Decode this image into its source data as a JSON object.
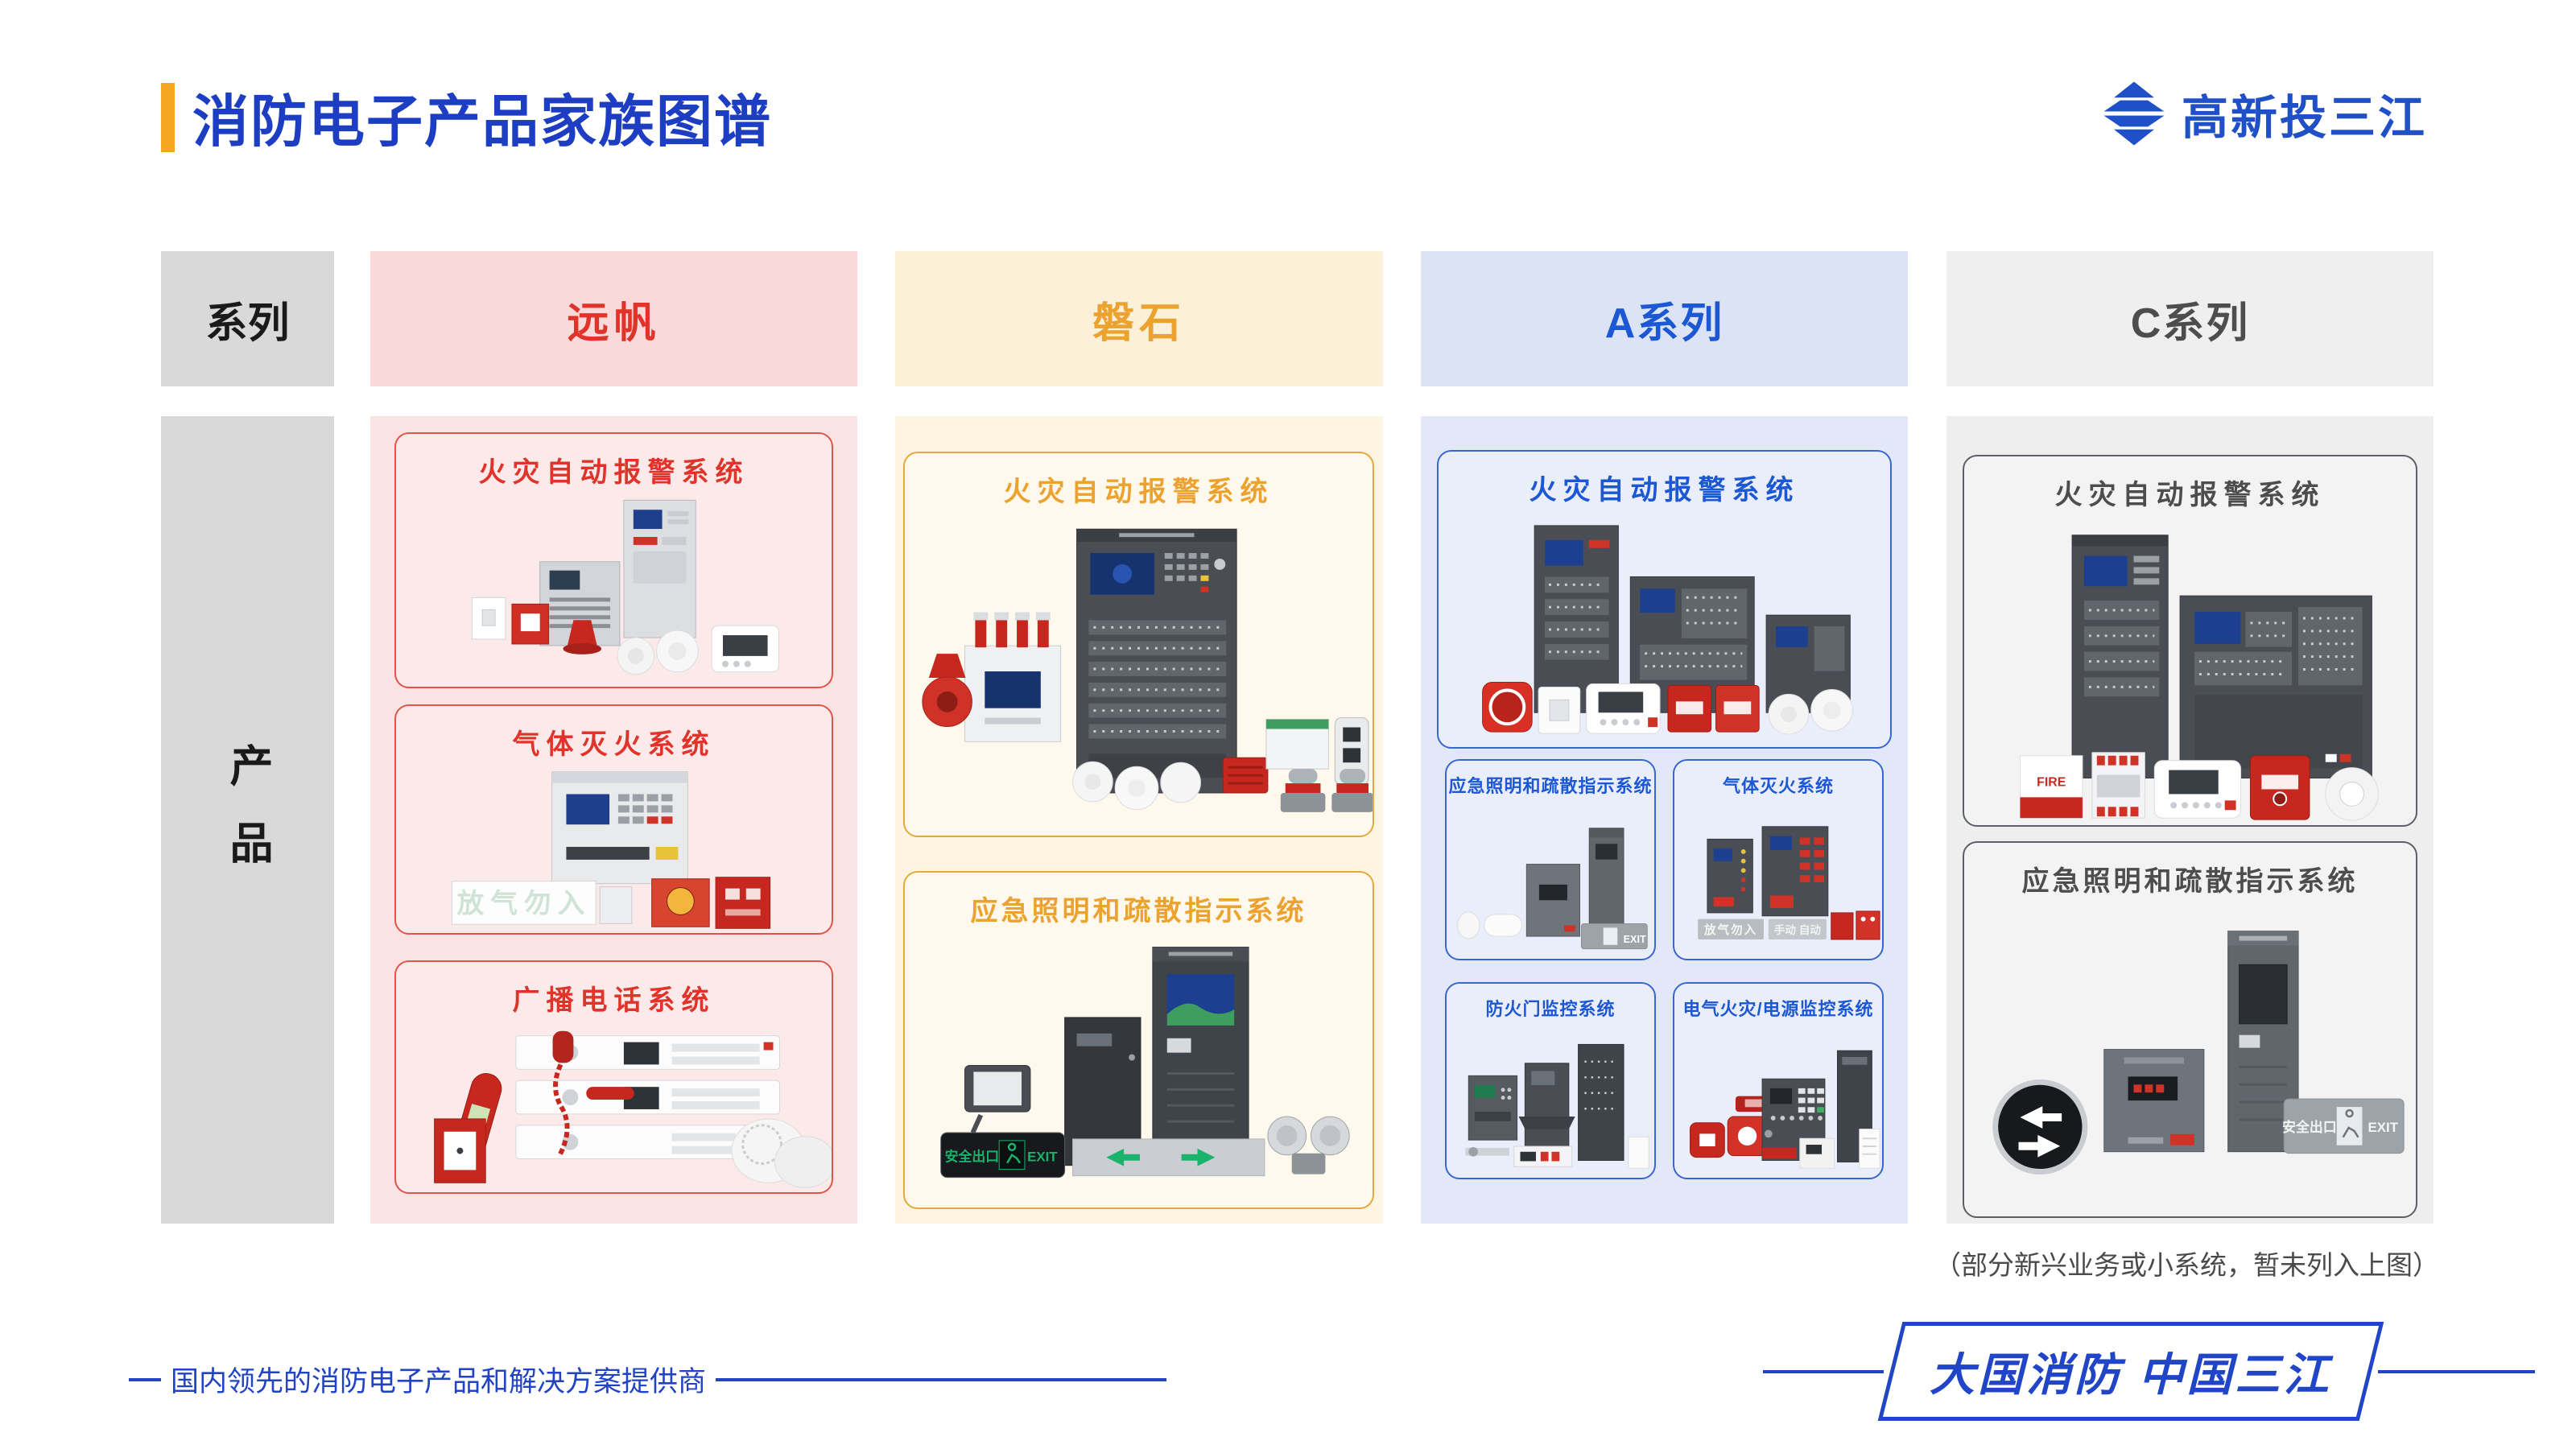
{
  "header": {
    "title": "消防电子产品家族图谱",
    "logo_text": "高新投三江"
  },
  "matrix": {
    "series_label": "系列",
    "product_label": "产品",
    "columns": [
      {
        "name": "远帆",
        "boxes": [
          {
            "title": "火灾自动报警系统"
          },
          {
            "title": "气体灭火系统"
          },
          {
            "title": "广播电话系统"
          }
        ]
      },
      {
        "name": "磐石",
        "boxes": [
          {
            "title": "火灾自动报警系统"
          },
          {
            "title": "应急照明和疏散指示系统"
          }
        ]
      },
      {
        "name": "A系列",
        "boxes": [
          {
            "title": "火灾自动报警系统"
          },
          {
            "title": "应急照明和疏散指示系统"
          },
          {
            "title": "气体灭火系统"
          },
          {
            "title": "防火门监控系统"
          },
          {
            "title": "电气火灾/电源监控系统"
          }
        ]
      },
      {
        "name": "C系列",
        "boxes": [
          {
            "title": "火灾自动报警系统"
          },
          {
            "title": "应急照明和疏散指示系统"
          }
        ]
      }
    ]
  },
  "signs": {
    "gas_warning": "放气勿入",
    "manual_auto": "手动 自动",
    "exit_cn": "安全出口",
    "exit_en": "EXIT",
    "fire_label": "FIRE"
  },
  "footnote": "（部分新兴业务或小系统，暂未列入上图）",
  "footer": {
    "slogan": "国内领先的消防电子产品和解决方案提供商",
    "brand_script": "大国消防 中国三江"
  },
  "colors": {
    "title_blue": "#1d3ec2",
    "accent_orange": "#f5a623",
    "yuanfan_red": "#e0342b",
    "panshi_orange": "#eca22e",
    "a_series_blue": "#1c57d4",
    "c_series_gray": "#4d4d4d",
    "footer_blue": "#2244c4"
  }
}
